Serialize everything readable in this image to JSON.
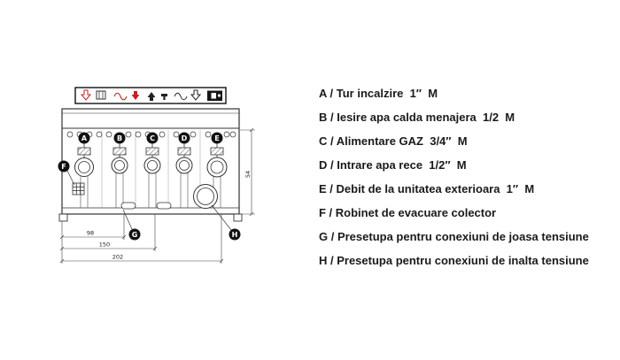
{
  "drawing": {
    "port_labels": [
      "A",
      "B",
      "C",
      "D",
      "E"
    ],
    "callouts": {
      "f": "F",
      "g": "G",
      "h": "H"
    },
    "dimensions": {
      "d1": "98",
      "d2": "150",
      "d3": "202",
      "v1": "54"
    }
  },
  "legend": {
    "items": [
      "A / Tur incalzire  1″  M",
      "B / Iesire apa calda menajera  1/2  M",
      "C / Alimentare GAZ  3/4″  M",
      "D / Intrare apa rece  1/2″  M",
      "E / Debit de la unitatea exterioara  1″  M",
      "F / Robinet de evacuare colector",
      "G / Presetupa pentru conexiuni de joasa tensiune",
      "H / Presetupa pentru conexiuni de inalta tensiune"
    ]
  }
}
